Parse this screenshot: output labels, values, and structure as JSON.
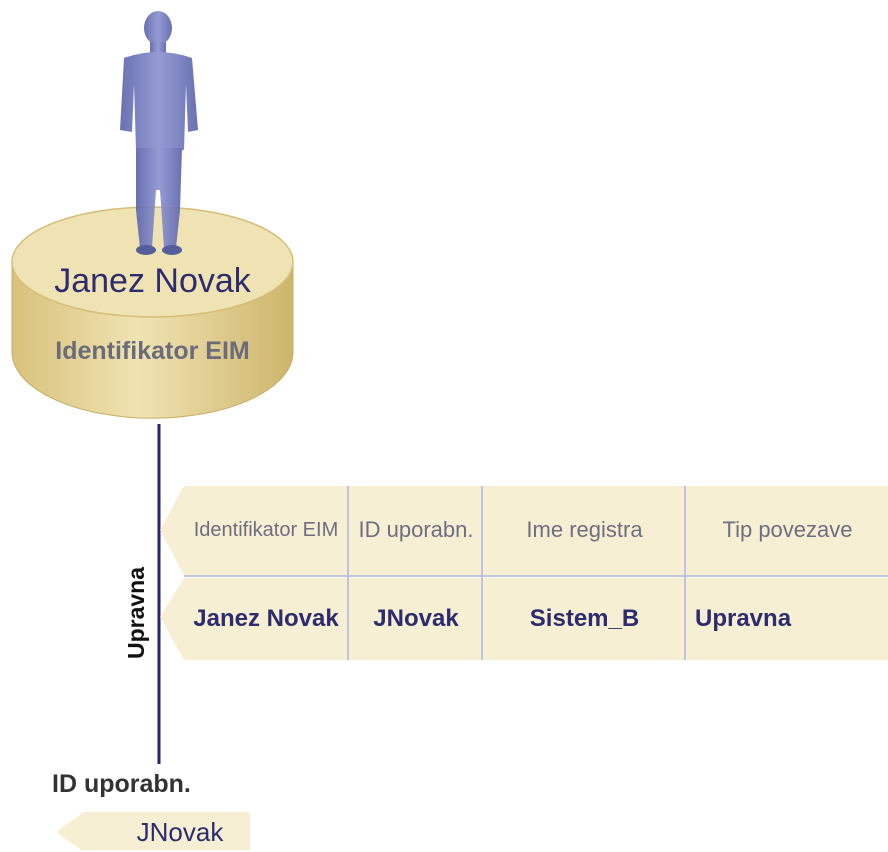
{
  "identity": {
    "name": "Janez Novak",
    "label": "Identifikator EIM"
  },
  "association": {
    "type_label": "Upravna"
  },
  "table": {
    "headers": [
      "Identifikator EIM",
      "ID uporabn.",
      "Ime registra",
      "Tip povezave"
    ],
    "rows": [
      [
        "Janez Novak",
        "JNovak",
        "Sistem_B",
        "Upravna"
      ]
    ]
  },
  "user_id": {
    "title": "ID uporabn.",
    "value": "JNovak"
  },
  "colors": {
    "cylinder": "#e6d69a",
    "cylinder_top": "#eee3b3",
    "person": "#7f86c4",
    "line": "#26266a",
    "table_bg": "#f6efd3",
    "table_grid": "#bfc3dc",
    "name_text": "#2c2c6e"
  }
}
